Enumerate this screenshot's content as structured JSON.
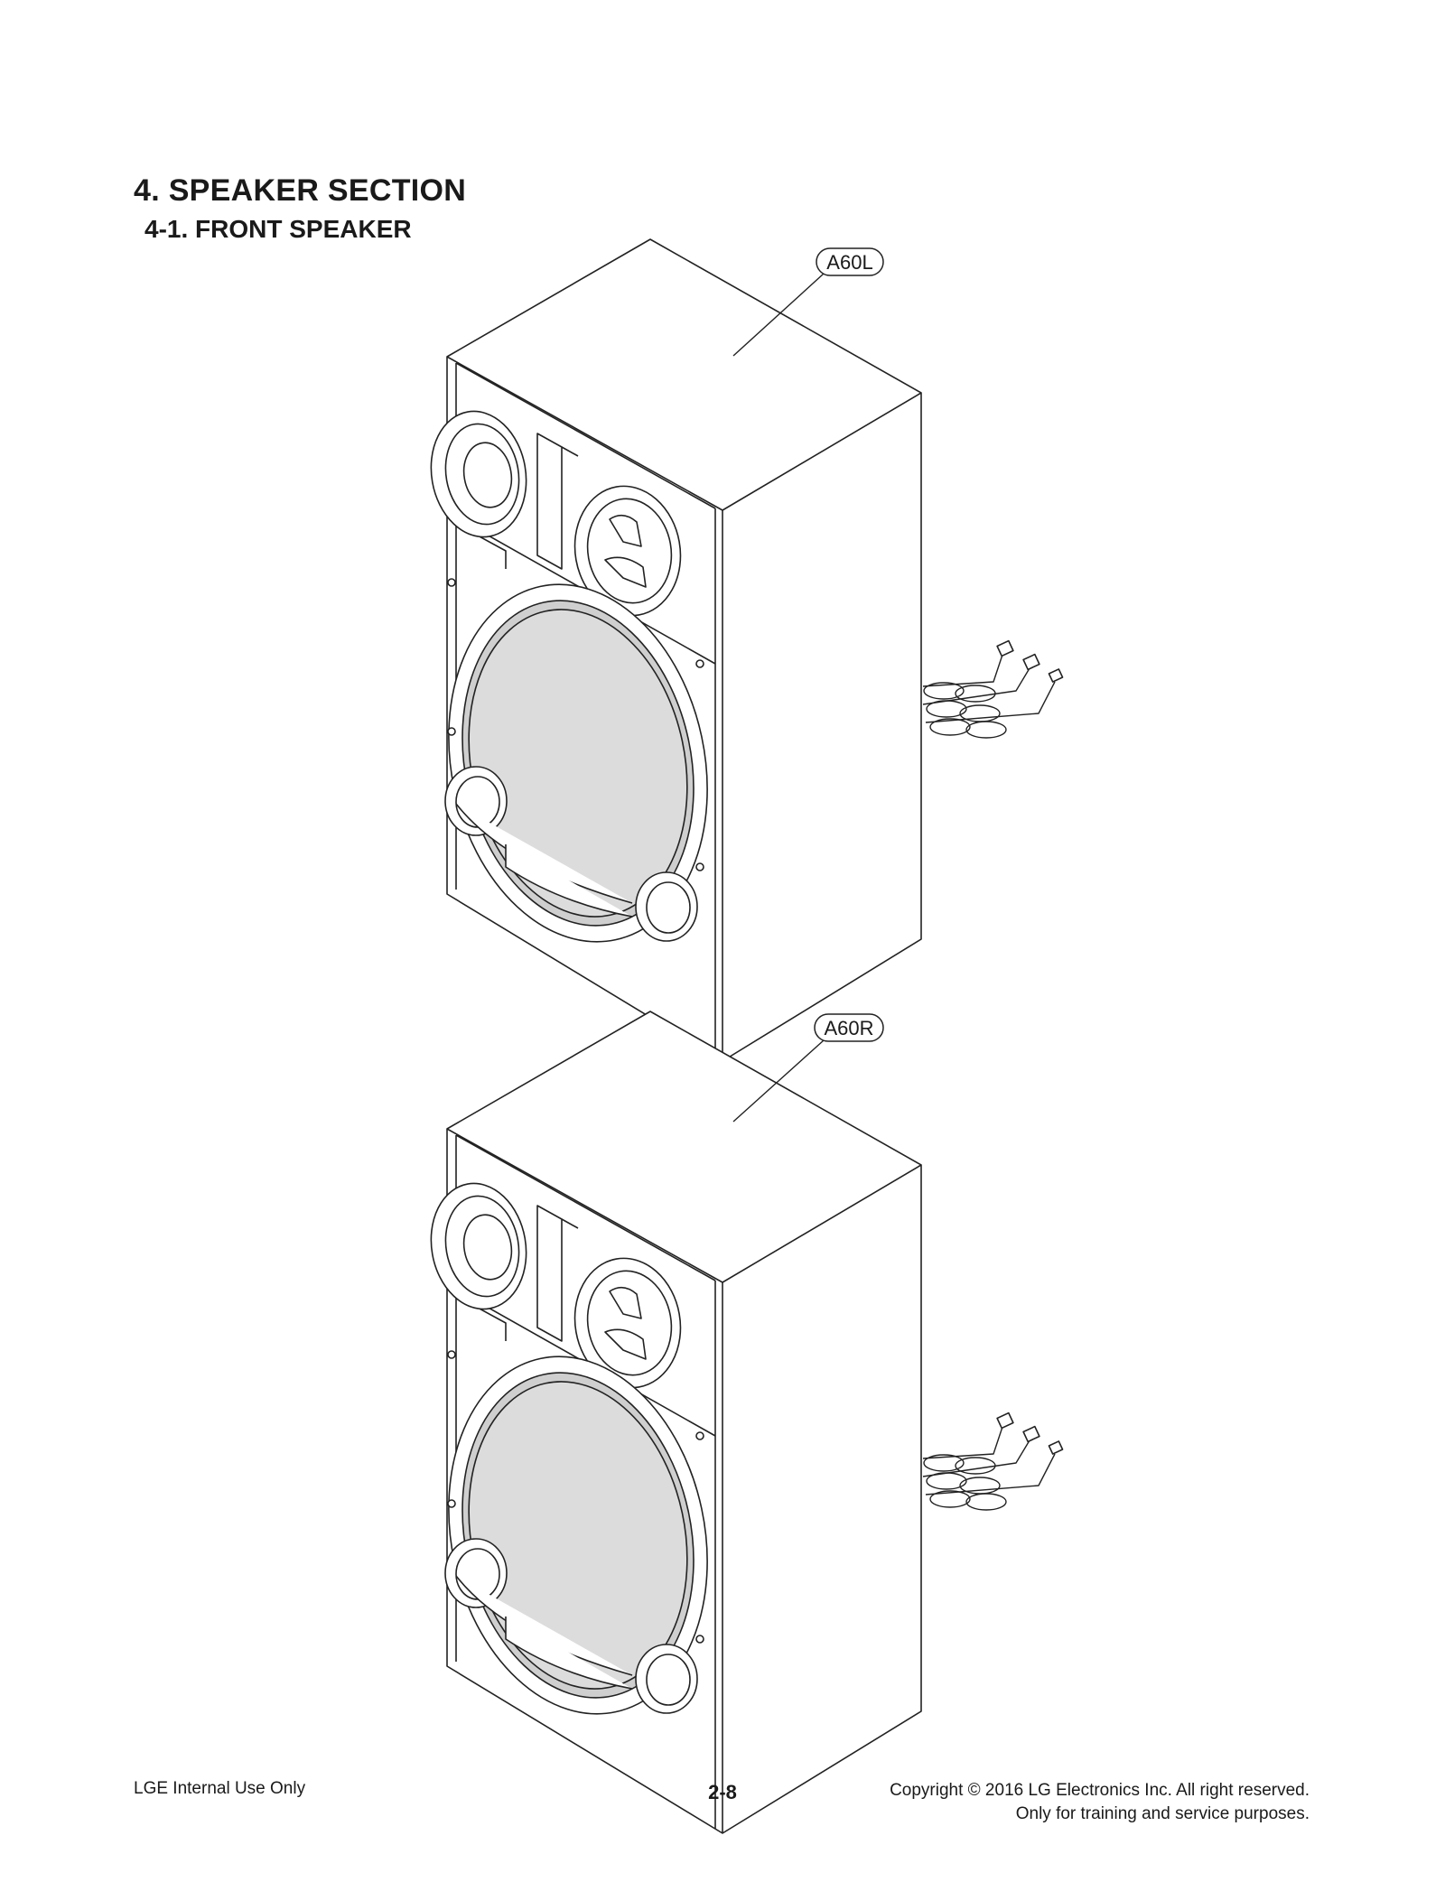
{
  "document": {
    "section_title": "4. SPEAKER SECTION",
    "subsection_title": "4-1. FRONT SPEAKER"
  },
  "callouts": {
    "left_speaker": "A60L",
    "right_speaker": "A60R"
  },
  "footer": {
    "left": "LGE Internal Use Only",
    "page_number": "2-8",
    "copyright": "Copyright © 2016 LG Electronics Inc. All right reserved.",
    "notice": "Only for training and service purposes."
  }
}
